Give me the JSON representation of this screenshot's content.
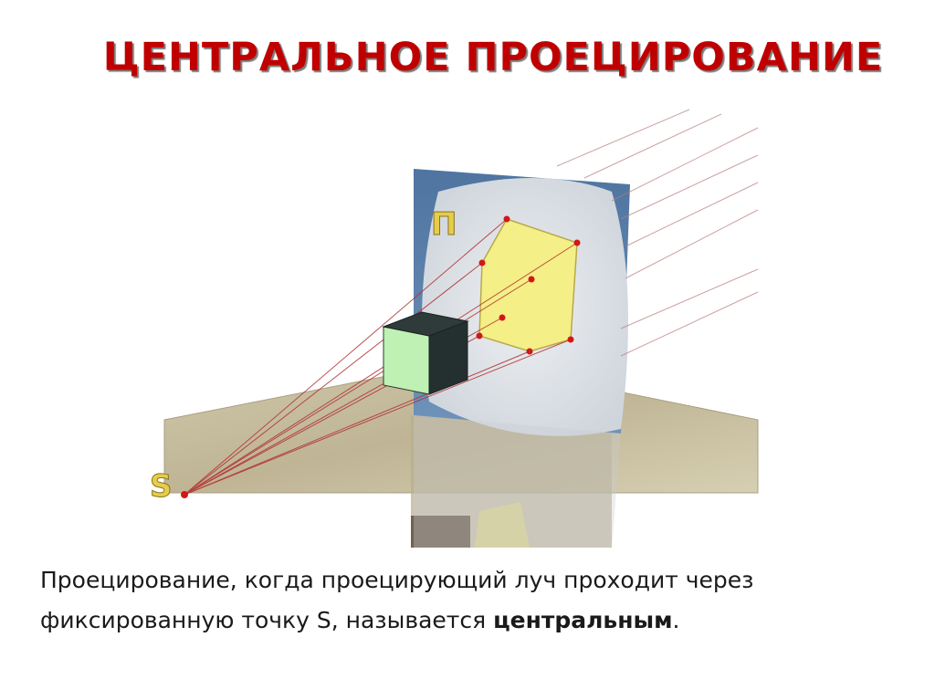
{
  "title": "ЦЕНТРАЛЬНОЕ ПРОЕЦИРОВАНИЕ",
  "diagram": {
    "plane_label": "П",
    "center_label": "S"
  },
  "description": {
    "line1": "Проецирование, когда проецирующий луч проходит через",
    "line2_prefix": "фиксированную точку S, называется ",
    "line2_bold": "центральным",
    "line2_suffix": "."
  },
  "colors": {
    "title": "#c00000",
    "ray": "#b03030",
    "projection_fill": "#f4ef86",
    "cube_front": "#bff0b4",
    "cube_top": "#2f3a3a",
    "plane_frame": "#5a7fa8",
    "plane_disc": "#dfe3e8",
    "ground": "#c9c1a4"
  }
}
